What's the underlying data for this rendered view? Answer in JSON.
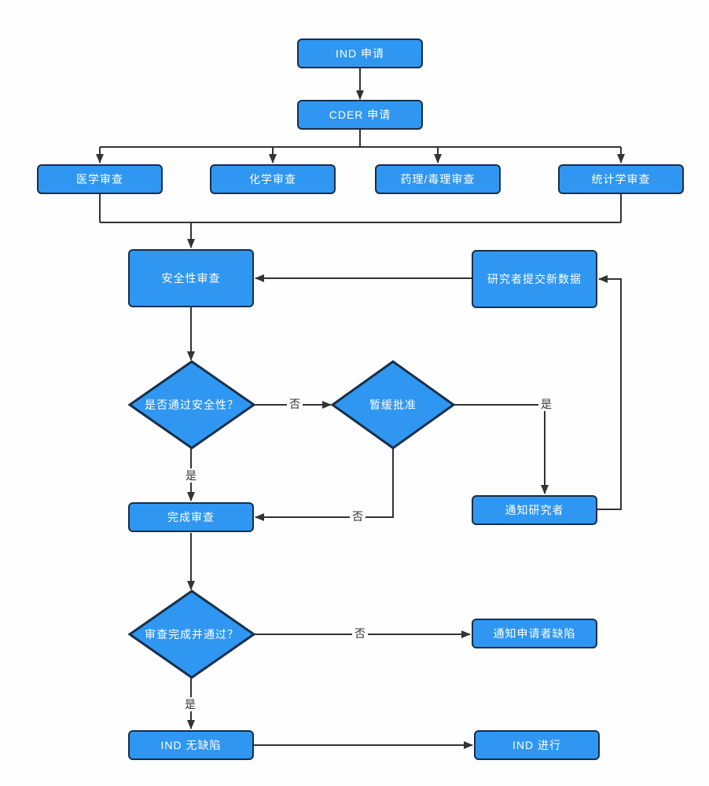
{
  "diagram": {
    "type": "flowchart",
    "colors": {
      "node_fill": "#2f97f2",
      "node_border": "#182f49",
      "connector": "#333333",
      "node_text": "#ffffff",
      "edge_label_text": "#333333",
      "background": "#fefefe"
    },
    "nodes": {
      "ind_application": {
        "label": "IND 申请"
      },
      "cder_application": {
        "label": "CDER 申请"
      },
      "medical_review": {
        "label": "医学审查"
      },
      "chemistry_review": {
        "label": "化学审查"
      },
      "pharm_tox_review": {
        "label": "药理/毒理审查"
      },
      "statistics_review": {
        "label": "统计学审查"
      },
      "safety_review": {
        "label": "安全性审查"
      },
      "investigator_new_data": {
        "label": "研究者提交新数据"
      },
      "notify_investigator": {
        "label": "通知研究者"
      },
      "complete_review": {
        "label": "完成审查"
      },
      "notify_applicant_deficiency": {
        "label": "通知申请者缺陷"
      },
      "ind_no_deficiency": {
        "label": "IND 无缺陷"
      },
      "ind_proceed": {
        "label": "IND 进行"
      }
    },
    "decisions": {
      "pass_safety": {
        "label": "是否通过安全性？"
      },
      "clinical_hold": {
        "label": "暂缓批准"
      },
      "review_complete_passed": {
        "label": "审查完成并通过？"
      }
    },
    "edge_labels": {
      "yes": "是",
      "no": "否"
    }
  }
}
